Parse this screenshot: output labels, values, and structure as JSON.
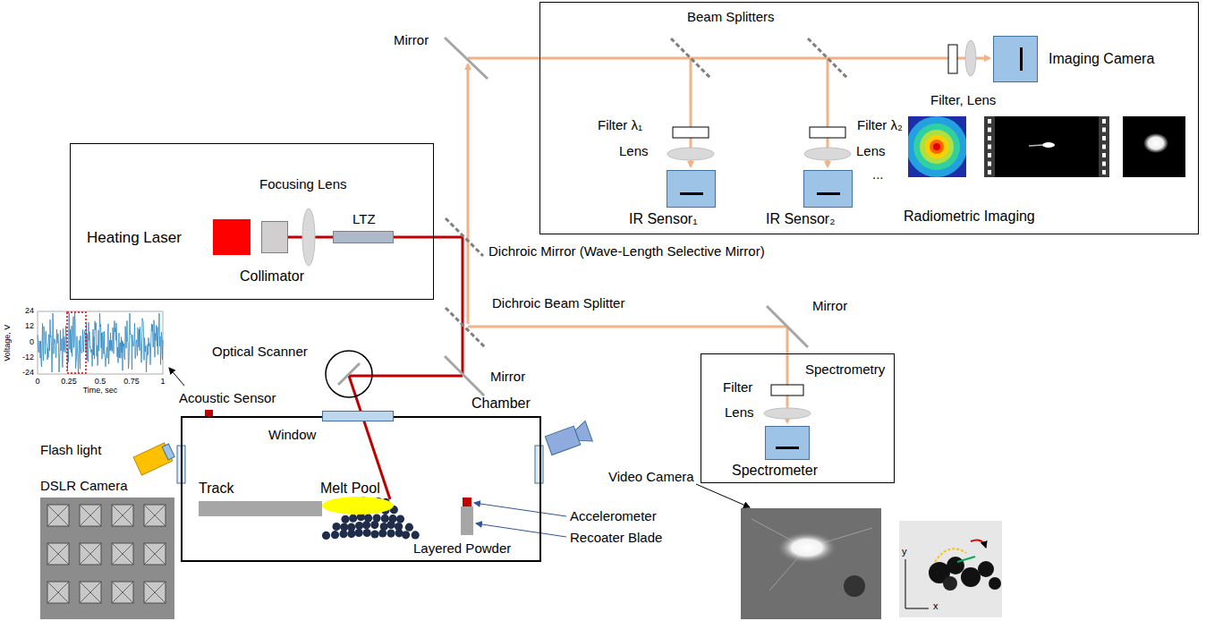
{
  "diagram": {
    "nodes": [
      {
        "text": [
          "Radiometric Imaging"
        ]
      },
      {
        "text": [
          "IR Sensor₁"
        ],
        "in": 0
      },
      {
        "text": [
          "IR Sensor₂"
        ],
        "in": 0
      },
      {
        "text": [
          "Imaging Camera"
        ],
        "in": 0
      },
      {
        "text": []
      },
      {
        "text": [
          "Heating Laser"
        ],
        "in": 4
      },
      {
        "text": [
          "Collimator"
        ],
        "in": 4
      },
      {
        "text": [
          "LTZ"
        ],
        "in": 4
      },
      {
        "text": [
          "Spectrometry"
        ]
      },
      {
        "text": [
          "Spectrometer"
        ],
        "in": 8
      },
      {
        "text": [
          "Chamber"
        ]
      },
      {
        "text": [
          "Window"
        ],
        "in": 10
      },
      {
        "text": [
          "Track"
        ],
        "in": 10
      },
      {
        "text": [
          "Melt Pool"
        ],
        "in": 10
      }
    ],
    "labels": [
      "Mirror",
      "Beam Splitters",
      "Filter λ₁",
      "Lens",
      "Filter λ₂",
      "Lens",
      "...",
      "Filter, Lens",
      "Focusing Lens",
      "Dichroic Mirror (Wave-Length Selective Mirror)",
      "Dichroic Beam Splitter",
      "Mirror",
      "Mirror",
      "Optical Scanner",
      "Filter",
      "Lens",
      "Acoustic Sensor",
      "Flash light",
      "DSLR Camera",
      "Video Camera",
      "Layered Powder",
      "Accelerometer",
      "Recoater Blade",
      "24",
      "12",
      "0",
      "-12",
      "-24",
      "0",
      "0.25",
      "0.5",
      "0.75",
      "1",
      "Time, sec",
      "Voltage, V",
      "y",
      "x"
    ]
  }
}
